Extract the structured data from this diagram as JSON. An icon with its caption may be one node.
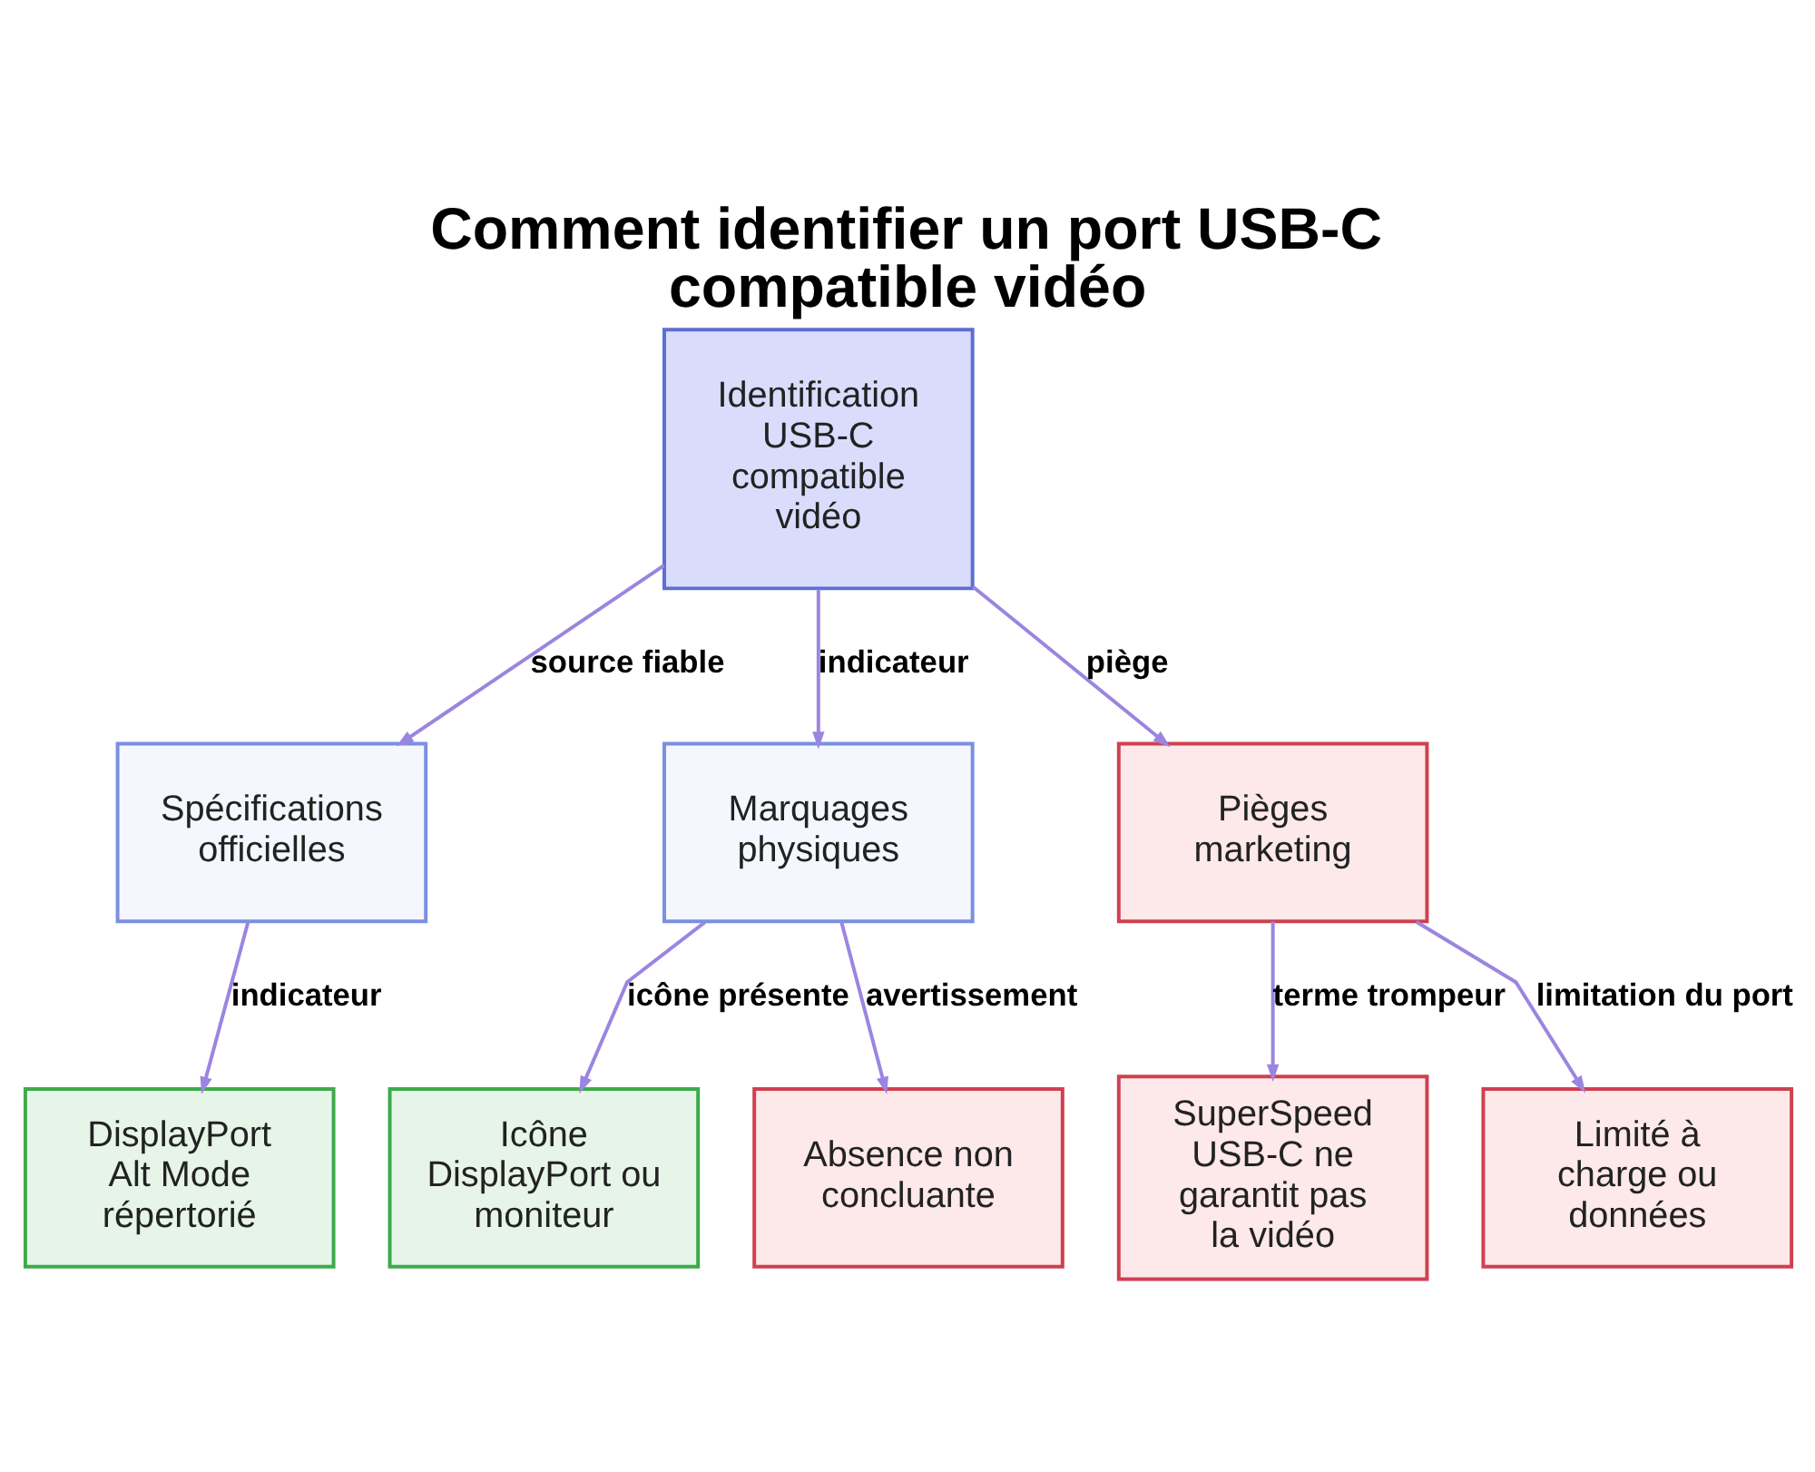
{
  "diagram": {
    "title": "Comment identifier un port USB-C compatible vidéo",
    "nodes": [
      {
        "text": [
          "Identification USB-C compatible vidéo"
        ]
      },
      {
        "text": [
          "Spécifications officielles"
        ]
      },
      {
        "text": [
          "Marquages physiques"
        ]
      },
      {
        "text": [
          "Pièges marketing"
        ]
      },
      {
        "text": [
          "DisplayPort Alt Mode répertorié"
        ]
      },
      {
        "text": [
          "Icône DisplayPort ou moniteur"
        ]
      },
      {
        "text": [
          "Absence non concluante"
        ]
      },
      {
        "text": [
          "SuperSpeed USB-C ne garantit pas la vidéo"
        ]
      },
      {
        "text": [
          "Limité à charge ou données"
        ]
      }
    ],
    "edges": [
      {
        "from": 0,
        "to": 1,
        "arrow": "to",
        "label": "source fiable"
      },
      {
        "from": 0,
        "to": 2,
        "arrow": "to",
        "label": "indicateur"
      },
      {
        "from": 0,
        "to": 3,
        "arrow": "to",
        "label": "piège"
      },
      {
        "from": 1,
        "to": 4,
        "arrow": "to",
        "label": "indicateur"
      },
      {
        "from": 2,
        "to": 5,
        "arrow": "to",
        "label": "icône présente"
      },
      {
        "from": 2,
        "to": 6,
        "arrow": "to",
        "label": "avertissement"
      },
      {
        "from": 3,
        "to": 7,
        "arrow": "to",
        "label": "terme trompeur"
      },
      {
        "from": 3,
        "to": 8,
        "arrow": "to",
        "label": "limitation du port"
      }
    ]
  }
}
